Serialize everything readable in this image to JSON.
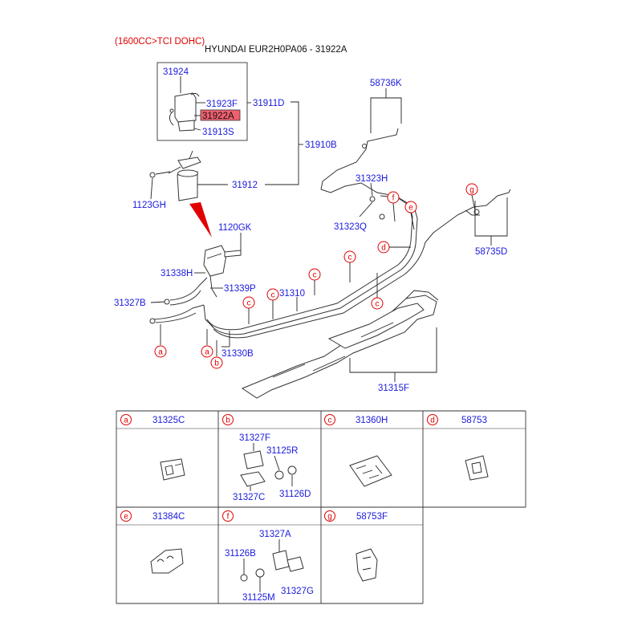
{
  "header": {
    "engine_note": "(1600CC>TCI DOHC)",
    "title": "HYUNDAI EUR2H0PA06 - 31922A"
  },
  "parts": {
    "p31924": "31924",
    "p31923F": "31923F",
    "p31922A": "31922A",
    "p31913S": "31913S",
    "p31911D": "31911D",
    "p31910B": "31910B",
    "p31912": "31912",
    "p1123GH": "1123GH",
    "p1120GK": "1120GK",
    "p31338H": "31338H",
    "p31339P": "31339P",
    "p31327B": "31327B",
    "p31310": "31310",
    "p31330B": "31330B",
    "p31315F": "31315F",
    "p58736K": "58736K",
    "p31323H": "31323H",
    "p31323Q": "31323Q",
    "p58735D": "58735D"
  },
  "letters": {
    "a": "a",
    "b": "b",
    "c": "c",
    "d": "d",
    "e": "e",
    "f": "f",
    "g": "g"
  },
  "highlight_color": "#f06070",
  "legend": {
    "cells": [
      {
        "letter": "a",
        "parts": [
          "31325C"
        ]
      },
      {
        "letter": "b",
        "parts": [
          "31327F",
          "31125R",
          "31327C",
          "31126D"
        ]
      },
      {
        "letter": "c",
        "parts": [
          "31360H"
        ]
      },
      {
        "letter": "d",
        "parts": [
          "58753"
        ]
      },
      {
        "letter": "e",
        "parts": [
          "31384C"
        ]
      },
      {
        "letter": "f",
        "parts": [
          "31327A",
          "31126B",
          "31125M",
          "31327G"
        ]
      },
      {
        "letter": "g",
        "parts": [
          "58753F"
        ]
      }
    ]
  }
}
